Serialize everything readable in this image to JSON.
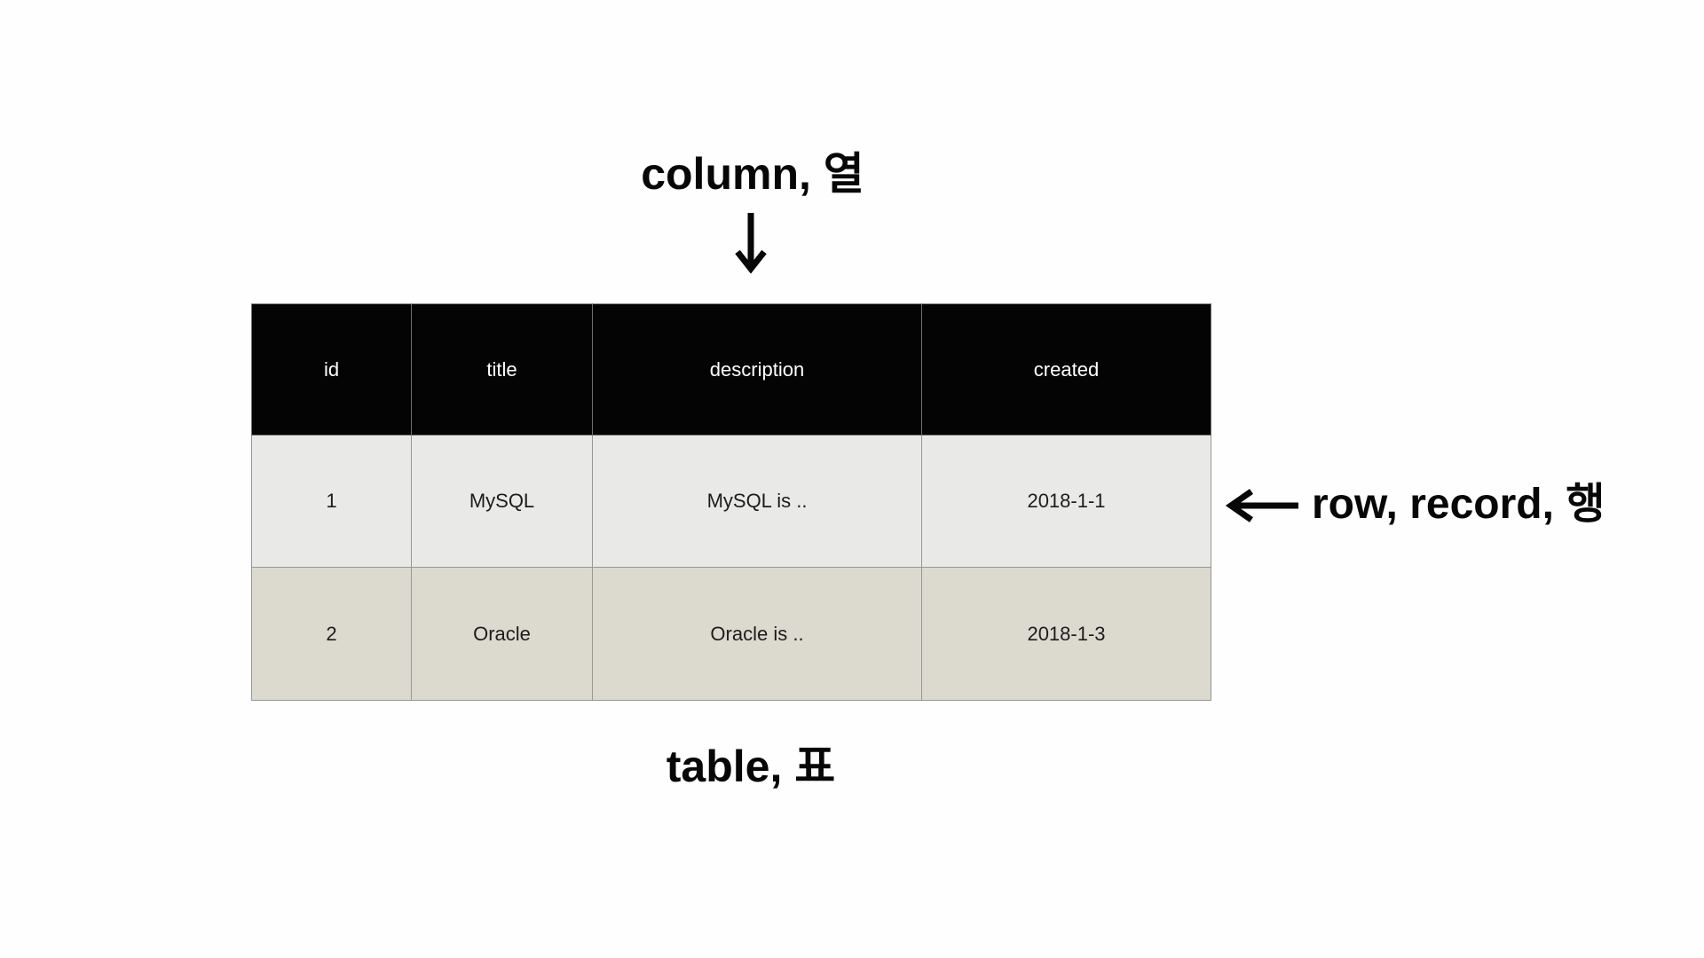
{
  "annotations": {
    "column_label": "column, 열",
    "row_label": "row, record, 행",
    "table_label": "table, 표"
  },
  "table": {
    "headers": [
      "id",
      "title",
      "description",
      "created"
    ],
    "rows": [
      [
        "1",
        "MySQL",
        "MySQL is ..",
        "2018-1-1"
      ],
      [
        "2",
        "Oracle",
        "Oracle is ..",
        "2018-1-3"
      ]
    ]
  },
  "icons": {
    "down_arrow": "↓",
    "left_arrow": "←"
  },
  "colors": {
    "background": "#ffffff",
    "header_background": "#040404",
    "header_text": "#ffffff",
    "row1_background": "#e9e9e8",
    "row2_background": "#dcd9cf",
    "grid_border": "#979797",
    "cell_text": "#1c1c1c",
    "annotation_text": "#070707"
  }
}
